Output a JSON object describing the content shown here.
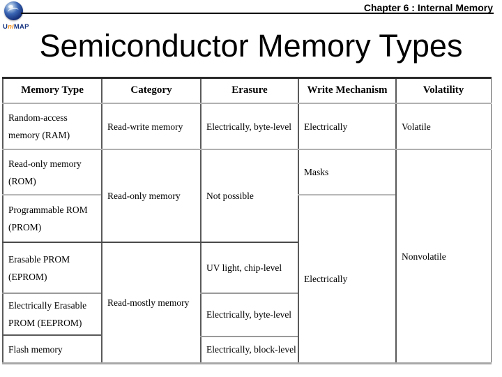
{
  "banner": {
    "chapter": "Chapter 6 : Internal Memory",
    "logo": {
      "u": "U",
      "ni": "ni",
      "map": "MAP"
    },
    "logo_colors": {
      "blue": "#16337f",
      "orange": "#f7941d"
    }
  },
  "title": "Semiconductor Memory Types",
  "table": {
    "col_headers": [
      "Memory Type",
      "Category",
      "Erasure",
      "Write Mechanism",
      "Volatility"
    ],
    "memory_types": [
      "Random-access memory (RAM)",
      "Read-only memory (ROM)",
      "Programmable ROM (PROM)",
      "Erasable PROM (EPROM)",
      "Electrically Erasable PROM (EEPROM)",
      "Flash memory"
    ],
    "categories": [
      "Read-write memory",
      "Read-only memory",
      "Read-mostly memory"
    ],
    "erasure": [
      "Electrically, byte-level",
      "Not possible",
      "UV light, chip-level",
      "Electrically, byte-level",
      "Electrically, block-level"
    ],
    "write_mechanism": [
      "Electrically",
      "Masks",
      "Electrically"
    ],
    "volatility": [
      "Volatile",
      "Nonvolatile"
    ],
    "border_colors": {
      "dark": "#2a2a2a",
      "mid": "#5a5a5a",
      "light": "#b8b8b8"
    }
  }
}
